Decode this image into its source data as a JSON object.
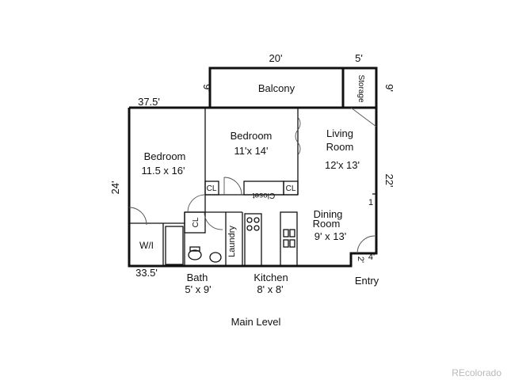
{
  "plan": {
    "title": "Main Level",
    "watermark": "REcolorado",
    "rooms": {
      "balcony": {
        "name": "Balcony"
      },
      "storage": {
        "name": "Storage"
      },
      "bedroom1": {
        "name": "Bedroom",
        "size": "11.5 x 16'"
      },
      "bedroom2": {
        "name": "Bedroom",
        "size": "11'x 14'"
      },
      "living": {
        "name_line1": "Living",
        "name_line2": "Room",
        "size": "12'x 13'"
      },
      "dining": {
        "name_line1": "Dining",
        "name_line2": "Room",
        "size": "9' x 13'"
      },
      "bath": {
        "name": "Bath",
        "size": "5' x 9'"
      },
      "kitchen": {
        "name": "Kitchen",
        "size": "8' x 8'"
      },
      "entry": {
        "name": "Entry"
      },
      "walkin": {
        "name": "W/I"
      },
      "laundry": {
        "name": "Laundry"
      },
      "closet": {
        "name": "Closet"
      },
      "cl1": {
        "name": "CL"
      },
      "cl2": {
        "name": "CL"
      },
      "cl3": {
        "name": "CL"
      }
    },
    "dimensions": {
      "balcony_width": "20'",
      "storage_width": "5'",
      "balcony_depth_left": "9'",
      "storage_depth_right": "9'",
      "top_left_width": "37.5'",
      "left_height": "24'",
      "right_height": "22'",
      "bottom_width": "33.5'",
      "jog_small": "1",
      "entry_depth": "2'",
      "entry_width": "4'"
    }
  }
}
